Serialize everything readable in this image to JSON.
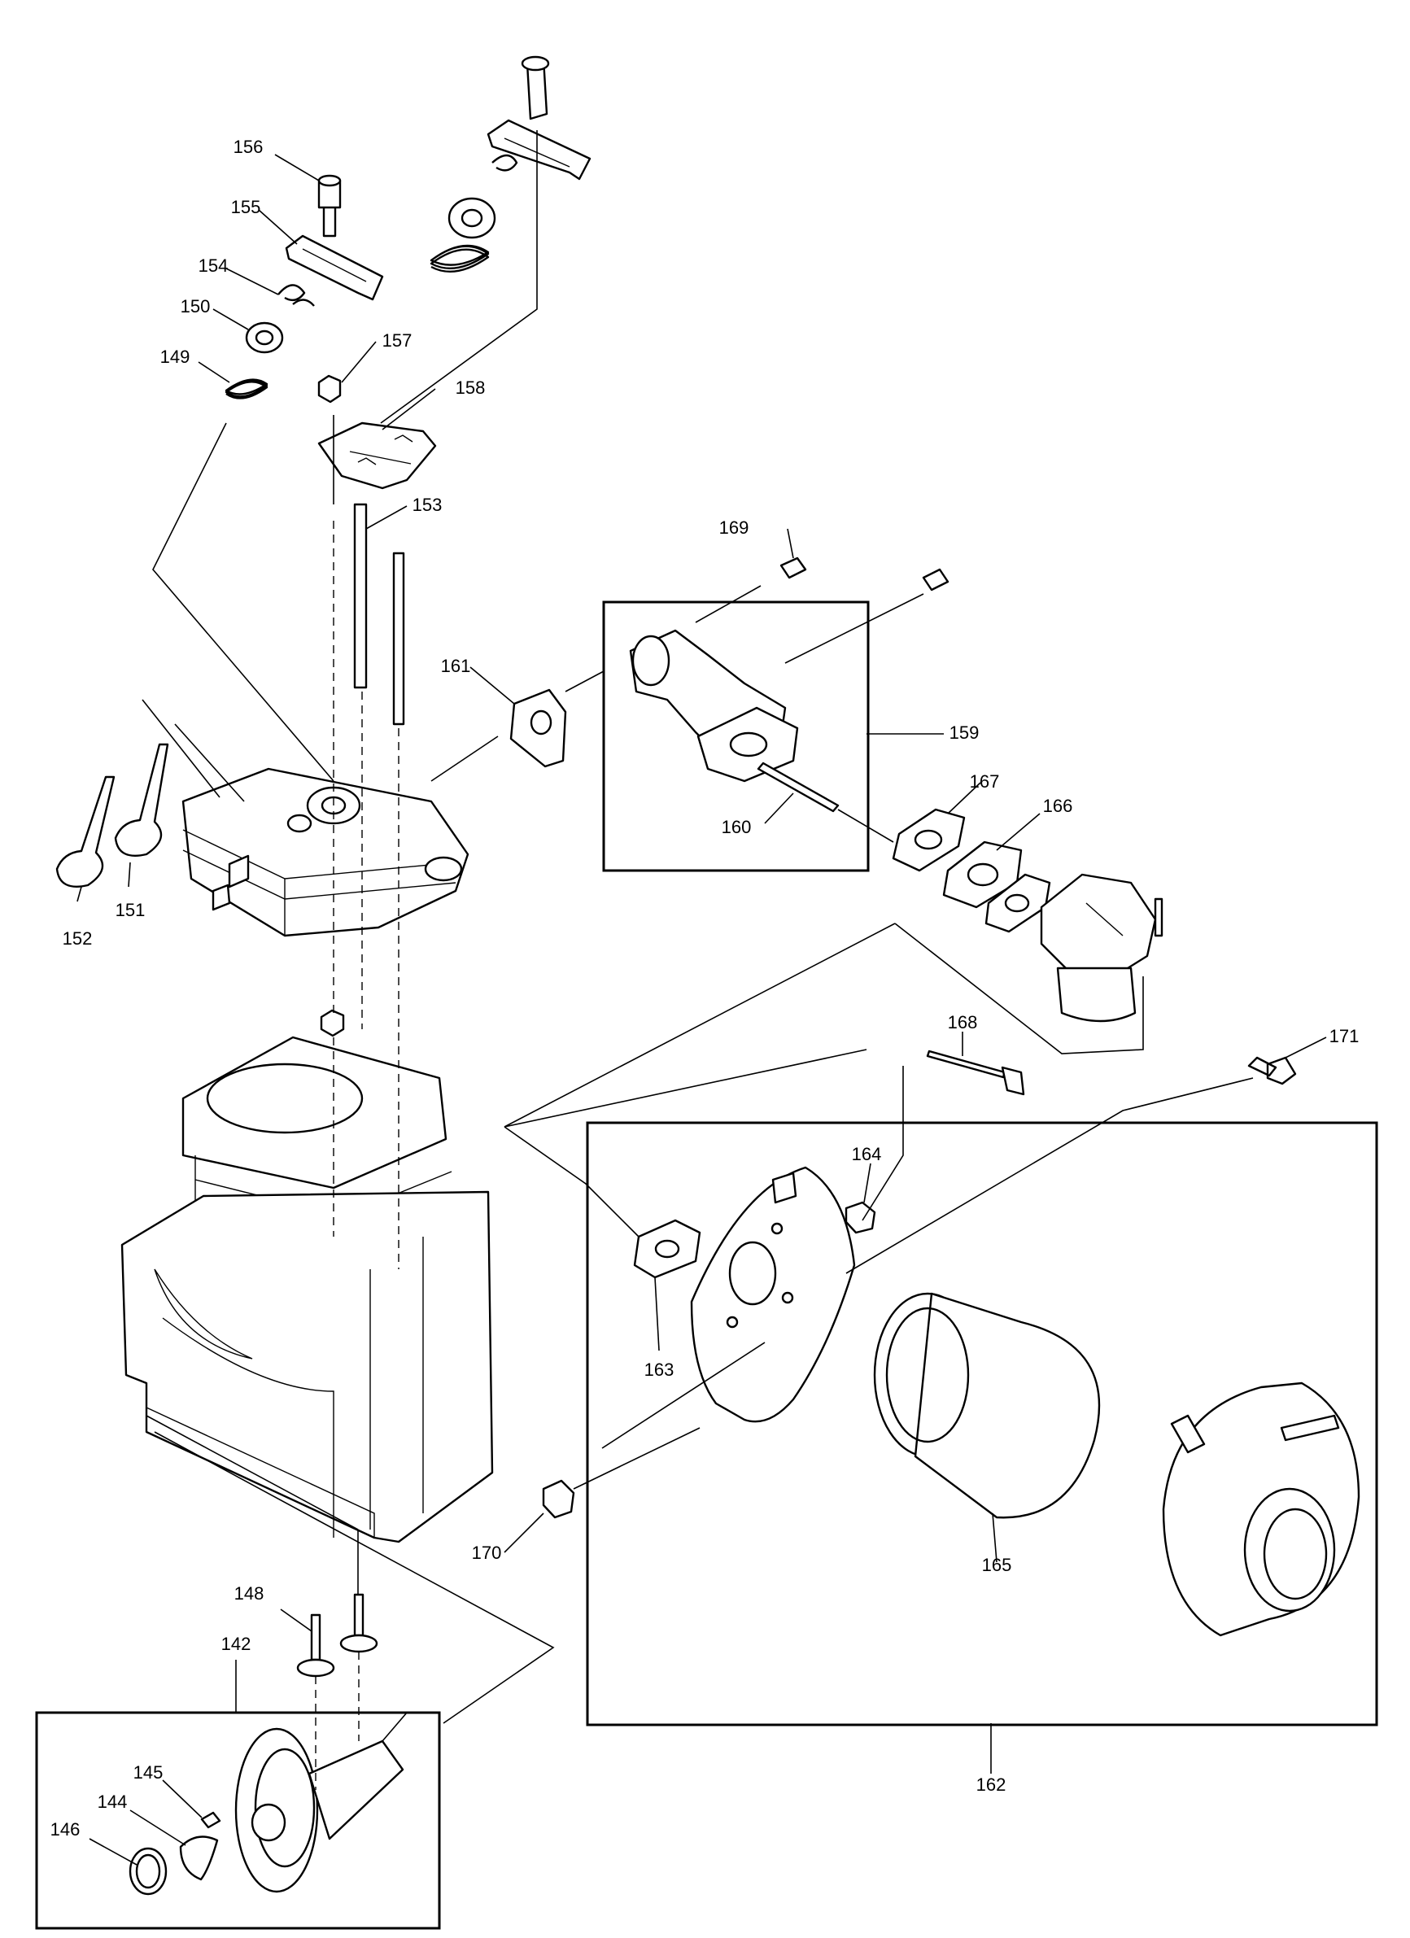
{
  "diagram": {
    "labels": {
      "p142": "142",
      "p144": "144",
      "p145": "145",
      "p146": "146",
      "p148": "148",
      "p149": "149",
      "p150": "150",
      "p151": "151",
      "p152": "152",
      "p153": "153",
      "p154": "154",
      "p155": "155",
      "p156": "156",
      "p157": "157",
      "p158": "158",
      "p159": "159",
      "p160": "160",
      "p161": "161",
      "p162": "162",
      "p163": "163",
      "p164": "164",
      "p165": "165",
      "p166": "166",
      "p167": "167",
      "p168": "168",
      "p169": "169",
      "p170": "170",
      "p171": "171"
    }
  }
}
